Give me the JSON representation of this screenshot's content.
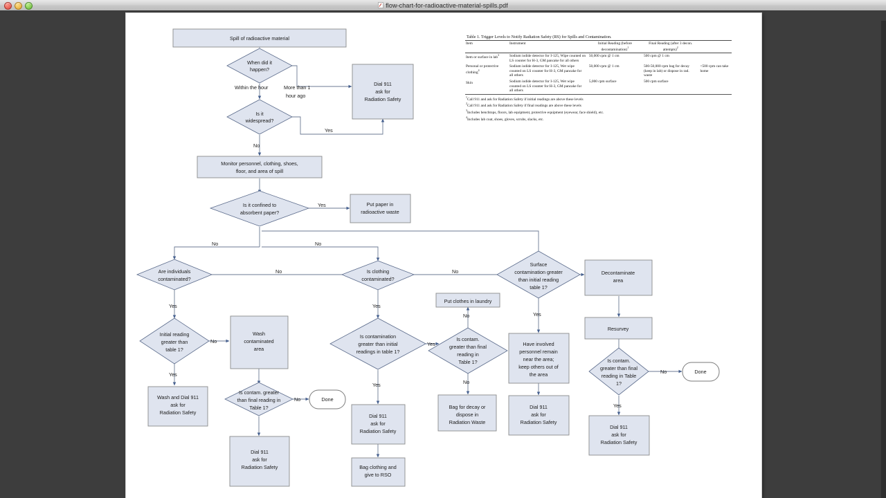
{
  "window": {
    "title": "flow-chart-for-radioactive-material-spills.pdf",
    "traffic_lights": [
      "close-button",
      "minimize-button",
      "maximize-button"
    ]
  },
  "table": {
    "caption": "Table 1. Trigger Levels to Notify Radiation Safety  (RS) for Spills and Contamination.",
    "headers": {
      "item": "Item",
      "instrument": "Instrument",
      "initial": "Initial Reading (before decontamination)",
      "initial_sup": "1",
      "final": "Final Reading (after 3 decon. attempts)",
      "final_sup": "2"
    },
    "rows": [
      {
        "item": "Item or surface in lab",
        "item_sup": "3",
        "instrument": "Sodium iodide detector for I-125, Wipe counted on LS counter for H-3, GM pancake for all others",
        "initial": "50,000 cpm @ 1 cm",
        "final": "500 cpm @ 1 cm",
        "extra": ""
      },
      {
        "item": "Personal or protective clothing",
        "item_sup": "4",
        "instrument": "Sodium iodide detector for I-125, Wet wipe counted on LS counter for H-3, GM pancake for all others",
        "initial": "50,000 cpm @ 1 cm",
        "final": "500-50,000 cpm bag for decay (keep in lab) or dispose in rad. waste",
        "extra": "<500 cpm can take home"
      },
      {
        "item": "Skin",
        "item_sup": "",
        "instrument": "Sodium iodide detector for I-125, Wet wipe counted on LS counter for H-3, GM pancake for all others",
        "initial": "5,000 cpm surface",
        "final": "500 cpm surface",
        "extra": ""
      }
    ],
    "footnotes": [
      {
        "sup": "1",
        "text": "Call 911 and ask for Radiation Safety if initial readings are above these levels"
      },
      {
        "sup": "2",
        "text": "Call 911 and ask for Radiation Safety if final readings are above these levels"
      },
      {
        "sup": "3",
        "text": "Includes benchtops, floors, lab equipment, protective equipment (eyewear, face shield), etc."
      },
      {
        "sup": "4",
        "text": "Includes lab coat, shoes, gloves, scrubs, slacks, etc."
      }
    ]
  },
  "flowchart": {
    "type": "flowchart",
    "nodes": [
      {
        "id": "spill",
        "shape": "process",
        "lines": [
          "Spill of radioactive material"
        ]
      },
      {
        "id": "when",
        "shape": "decision",
        "lines": [
          "When did it",
          "happen?"
        ]
      },
      {
        "id": "dial911_top",
        "shape": "process",
        "lines": [
          "Dial 911",
          "ask for",
          "Radiation Safety"
        ]
      },
      {
        "id": "widespread",
        "shape": "decision",
        "lines": [
          "Is it",
          "widespread?"
        ]
      },
      {
        "id": "monitor",
        "shape": "process",
        "lines": [
          "Monitor personnel, clothing, shoes,",
          "floor, and area of spill"
        ]
      },
      {
        "id": "confined",
        "shape": "decision",
        "lines": [
          "Is it confined to",
          "absorbent paper?"
        ]
      },
      {
        "id": "putpaper",
        "shape": "process",
        "lines": [
          "Put paper in",
          "radioactive waste"
        ]
      },
      {
        "id": "individuals",
        "shape": "decision",
        "lines": [
          "Are individuals",
          "contaminated?"
        ]
      },
      {
        "id": "initial_gt",
        "shape": "decision",
        "lines": [
          "Initial reading",
          "greater than",
          "table 1?"
        ]
      },
      {
        "id": "wash_area",
        "shape": "process",
        "lines": [
          "Wash",
          "contaminated",
          "area"
        ]
      },
      {
        "id": "wash_dial",
        "shape": "process",
        "lines": [
          "Wash and Dial 911",
          "ask for",
          "Radiation Safety"
        ]
      },
      {
        "id": "contam_final_l",
        "shape": "decision",
        "lines": [
          "Is contam. greater",
          "than final reading in",
          "Table 1?"
        ]
      },
      {
        "id": "done_left",
        "shape": "terminator",
        "lines": [
          "Done"
        ]
      },
      {
        "id": "dial911_l",
        "shape": "process",
        "lines": [
          "Dial 911",
          "ask for",
          "Radiation Safety"
        ]
      },
      {
        "id": "clothing",
        "shape": "decision",
        "lines": [
          "Is clothing",
          "contaminated?"
        ]
      },
      {
        "id": "contam_initial_c",
        "shape": "decision",
        "lines": [
          "Is contamination",
          "greater than initial",
          "readings in table 1?"
        ]
      },
      {
        "id": "laundry",
        "shape": "process",
        "lines": [
          "Put clothes in laundry"
        ]
      },
      {
        "id": "contam_final_c",
        "shape": "decision",
        "lines": [
          "Is contam.",
          "greater than final",
          "reading in",
          "Table 1?"
        ]
      },
      {
        "id": "dial911_c",
        "shape": "process",
        "lines": [
          "Dial 911",
          "ask for",
          "Radiation Safety"
        ]
      },
      {
        "id": "bag_clothing",
        "shape": "process",
        "lines": [
          "Bag clothing and",
          "give to RSO"
        ]
      },
      {
        "id": "bag_decay",
        "shape": "process",
        "lines": [
          "Bag for decay or",
          "dispose in",
          "Radiation Waste"
        ]
      },
      {
        "id": "surface",
        "shape": "decision",
        "lines": [
          "Surface",
          "contamination greater",
          "than initial reading",
          "table 1?"
        ]
      },
      {
        "id": "decontaminate",
        "shape": "process",
        "lines": [
          "Decontaminate",
          "area"
        ]
      },
      {
        "id": "personnel_remain",
        "shape": "process",
        "lines": [
          "Have involved",
          "personnel remain",
          "near the area;",
          "keep others out of",
          "the area"
        ]
      },
      {
        "id": "dial911_surface",
        "shape": "process",
        "lines": [
          "Dial 911",
          "ask for",
          "Radiation Safety"
        ]
      },
      {
        "id": "resurvey",
        "shape": "process",
        "lines": [
          "Resurvey"
        ]
      },
      {
        "id": "contam_final_r",
        "shape": "decision",
        "lines": [
          "Is contam.",
          "greater than final",
          "reading in Table",
          "1?"
        ]
      },
      {
        "id": "done_right",
        "shape": "terminator",
        "lines": [
          "Done"
        ]
      },
      {
        "id": "dial911_r",
        "shape": "process",
        "lines": [
          "Dial 911",
          "ask for",
          "Radiation Safety"
        ]
      }
    ],
    "edge_labels": [
      {
        "id": "e1",
        "text": "Within the hour"
      },
      {
        "id": "e2",
        "text": "More than 1"
      },
      {
        "id": "e2b",
        "text": "hour ago"
      },
      {
        "id": "e3",
        "text": "Yes"
      },
      {
        "id": "e4",
        "text": "No"
      },
      {
        "id": "e5",
        "text": "Yes"
      },
      {
        "id": "e6",
        "text": "No"
      },
      {
        "id": "e7",
        "text": "No"
      },
      {
        "id": "e8",
        "text": "No"
      },
      {
        "id": "e9",
        "text": "Yes"
      },
      {
        "id": "e10",
        "text": "No"
      },
      {
        "id": "e11",
        "text": "Yes"
      },
      {
        "id": "e12",
        "text": "No"
      },
      {
        "id": "e13",
        "text": "Yes"
      },
      {
        "id": "e14",
        "text": "No"
      },
      {
        "id": "e15",
        "text": "Yes"
      },
      {
        "id": "e16",
        "text": "Yes"
      },
      {
        "id": "e17",
        "text": "No"
      },
      {
        "id": "e18",
        "text": "No"
      },
      {
        "id": "e19",
        "text": "Yes"
      },
      {
        "id": "e20",
        "text": "Yes"
      },
      {
        "id": "e21",
        "text": "No"
      },
      {
        "id": "e22",
        "text": "Yes"
      }
    ]
  }
}
